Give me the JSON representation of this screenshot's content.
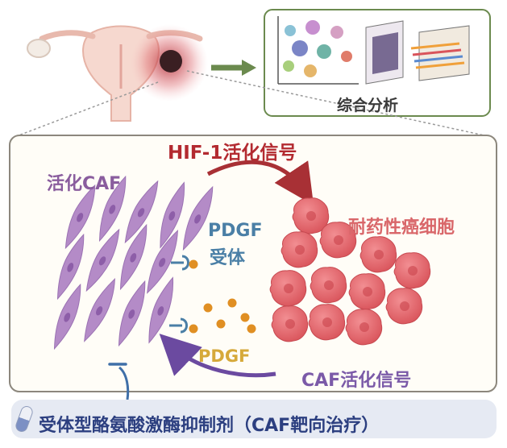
{
  "labels": {
    "analysis": "综合分析",
    "hif_signal": "HIF-1活化信号",
    "activated_caf": "活化CAF",
    "pdgf_receptor_line1": "PDGF",
    "pdgf_receptor_line2": "受体",
    "resistant_cells": "耐药性癌细胞",
    "pdgf": "PDGF",
    "caf_signal": "CAF活化信号",
    "drug": "受体型酪氨酸激酶抑制剂（CAF靶向治疗）"
  },
  "colors": {
    "hif_text": "#b32a30",
    "caf_text": "#8a5d9e",
    "pdgfr_text": "#4a7fa6",
    "resistant_text": "#d9676a",
    "pdgf_text": "#d6a93a",
    "caf_signal_text": "#7b5aa8",
    "panel_border": "#6b8a4e",
    "cancer_cell": "#e36f74",
    "caf_cell": "#b48bc7"
  },
  "icons": [
    "uterus-icon",
    "tumor-icon",
    "umap-plot-icon",
    "tissue-slide-icon",
    "spatial-map-icon",
    "capsule-icon"
  ]
}
